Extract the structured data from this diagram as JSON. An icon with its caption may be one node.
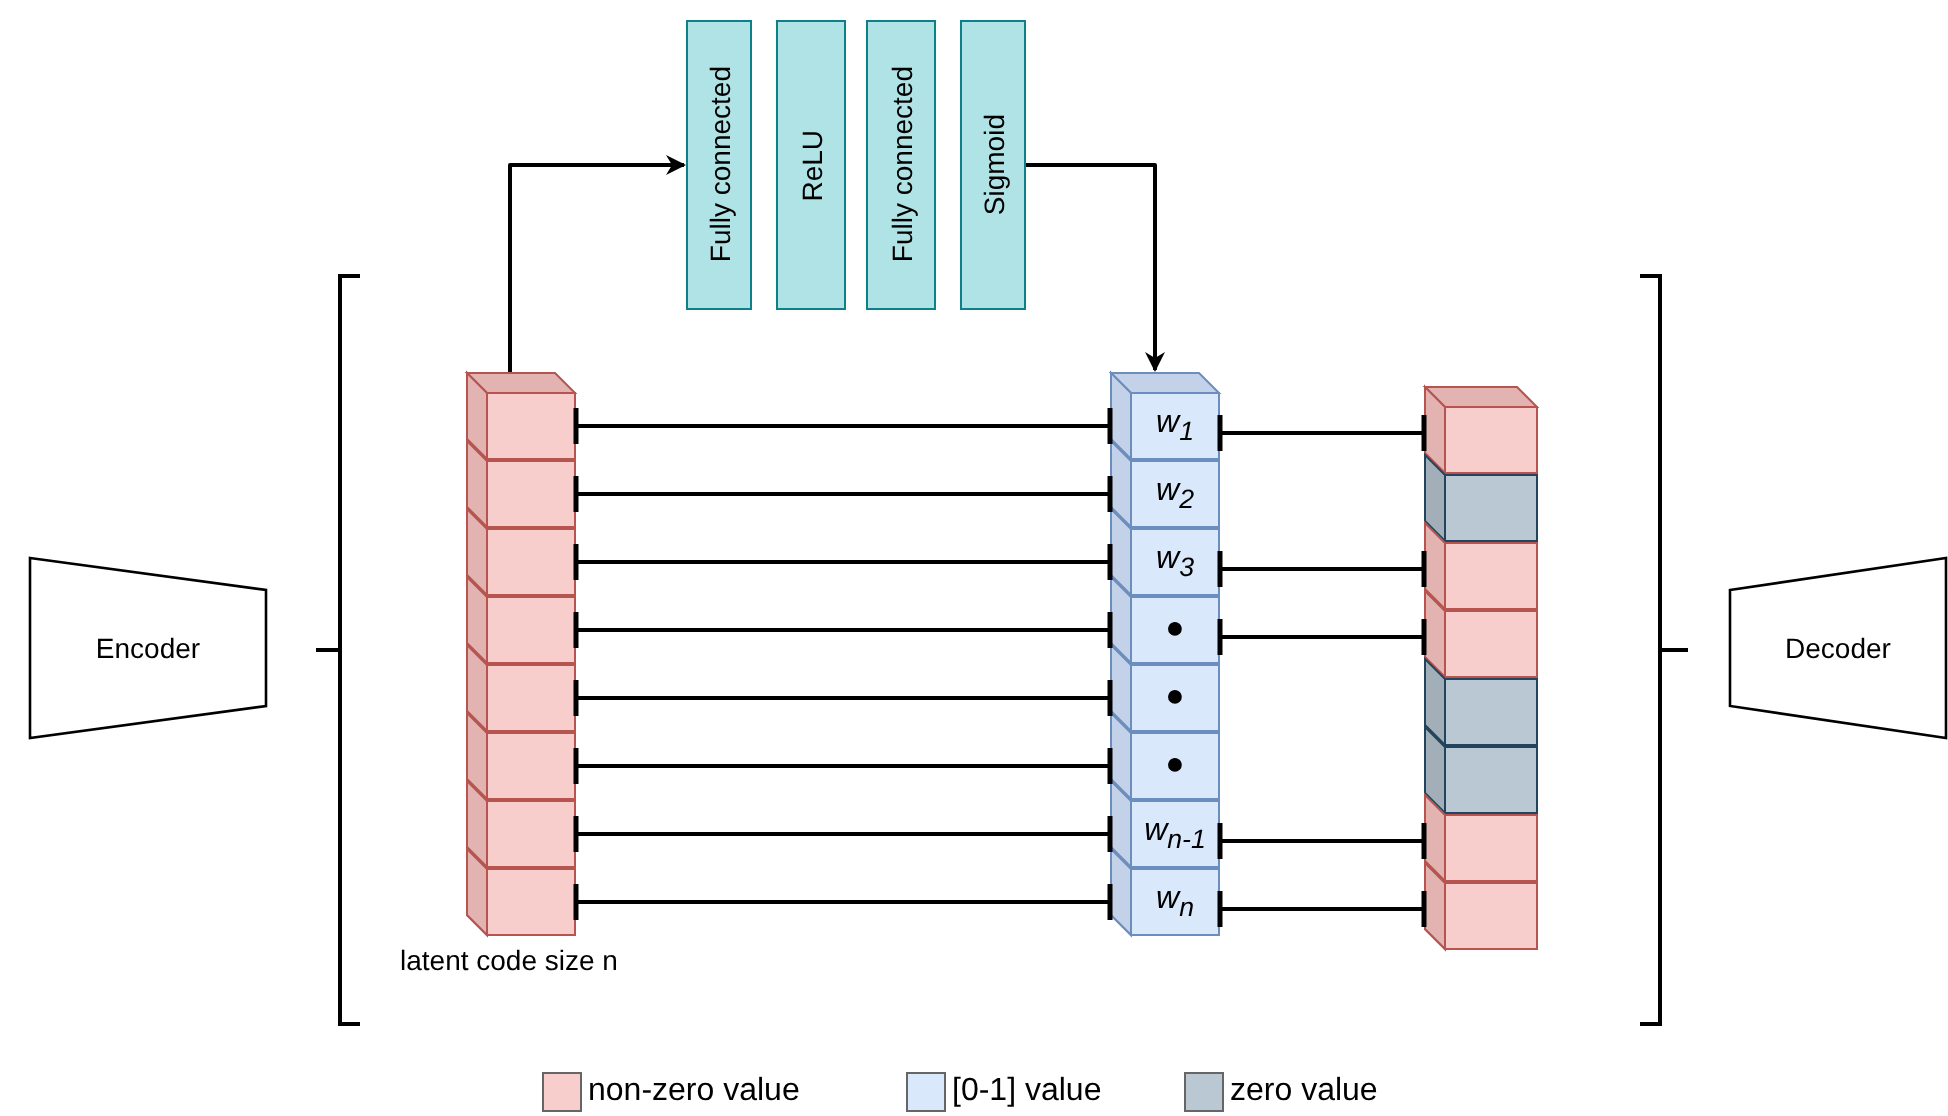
{
  "diagram": {
    "nodes": [
      {
        "text": [
          "Encoder"
        ]
      },
      {
        "text": [
          "Fully connected"
        ]
      },
      {
        "text": [
          "ReLU"
        ]
      },
      {
        "text": [
          "Fully connected"
        ]
      },
      {
        "text": [
          "Sigmoid"
        ]
      },
      {
        "text": [],
        "shape": "box",
        "beside": [
          "latent code size n"
        ]
      },
      {
        "text": [],
        "shape": "box",
        "in": 5
      },
      {
        "text": [],
        "shape": "box",
        "in": 5
      },
      {
        "text": [],
        "shape": "box",
        "in": 5
      },
      {
        "text": [],
        "shape": "box",
        "in": 5
      },
      {
        "text": [],
        "shape": "box",
        "in": 5
      },
      {
        "text": [],
        "shape": "box",
        "in": 5
      },
      {
        "text": [],
        "shape": "box",
        "in": 5
      },
      {
        "text": [],
        "shape": "box",
        "in": 5
      },
      {
        "text": [],
        "shape": "box"
      },
      {
        "text": [
          "w$_{1}$"
        ],
        "in": 14
      },
      {
        "text": [
          "w$_{2}$"
        ],
        "in": 14
      },
      {
        "text": [
          "w$_{3}$"
        ],
        "in": 14
      },
      {
        "text": [
          "●"
        ],
        "in": 14
      },
      {
        "text": [
          "●"
        ],
        "in": 14
      },
      {
        "text": [
          "●"
        ],
        "in": 14
      },
      {
        "text": [
          "w$_{n-1}$"
        ],
        "in": 14
      },
      {
        "text": [
          "w$_{n}$"
        ],
        "in": 14
      },
      {
        "text": [],
        "shape": "box"
      },
      {
        "text": [],
        "shape": "box",
        "in": 23
      },
      {
        "text": [],
        "shape": "box",
        "in": 23
      },
      {
        "text": [],
        "shape": "box",
        "in": 23
      },
      {
        "text": [],
        "shape": "box",
        "in": 23
      },
      {
        "text": [],
        "shape": "box",
        "in": 23
      },
      {
        "text": [],
        "shape": "box",
        "in": 23
      },
      {
        "text": [],
        "shape": "box",
        "in": 23
      },
      {
        "text": [],
        "shape": "box",
        "in": 23
      },
      {
        "text": [
          "Decoder"
        ]
      }
    ],
    "edges": [
      {
        "from": 5,
        "to": 1,
        "arrow": "to"
      },
      {
        "from": 4,
        "to": 14,
        "arrow": "to"
      },
      {
        "from": 6,
        "to": 15,
        "arrow": "other"
      },
      {
        "from": 7,
        "to": 16,
        "arrow": "other"
      },
      {
        "from": 8,
        "to": 17,
        "arrow": "other"
      },
      {
        "from": 9,
        "to": 18,
        "arrow": "other"
      },
      {
        "from": 10,
        "to": 19,
        "arrow": "other"
      },
      {
        "from": 11,
        "to": 20,
        "arrow": "other"
      },
      {
        "from": 12,
        "to": 21,
        "arrow": "other"
      },
      {
        "from": 13,
        "to": 22,
        "arrow": "other"
      },
      {
        "from": 15,
        "to": 24,
        "arrow": "other"
      },
      {
        "from": 17,
        "to": 26,
        "arrow": "other"
      },
      {
        "from": 18,
        "to": 27,
        "arrow": "other"
      },
      {
        "from": 21,
        "to": 30,
        "arrow": "other"
      },
      {
        "from": 22,
        "to": 31,
        "arrow": "other"
      }
    ],
    "legend": [
      {
        "text": "non-zero value",
        "color": "#f8cecc"
      },
      {
        "text": "[0-1] value",
        "color": "#dae8fc"
      },
      {
        "text": "zero value",
        "color": "#bac8d3"
      }
    ]
  }
}
